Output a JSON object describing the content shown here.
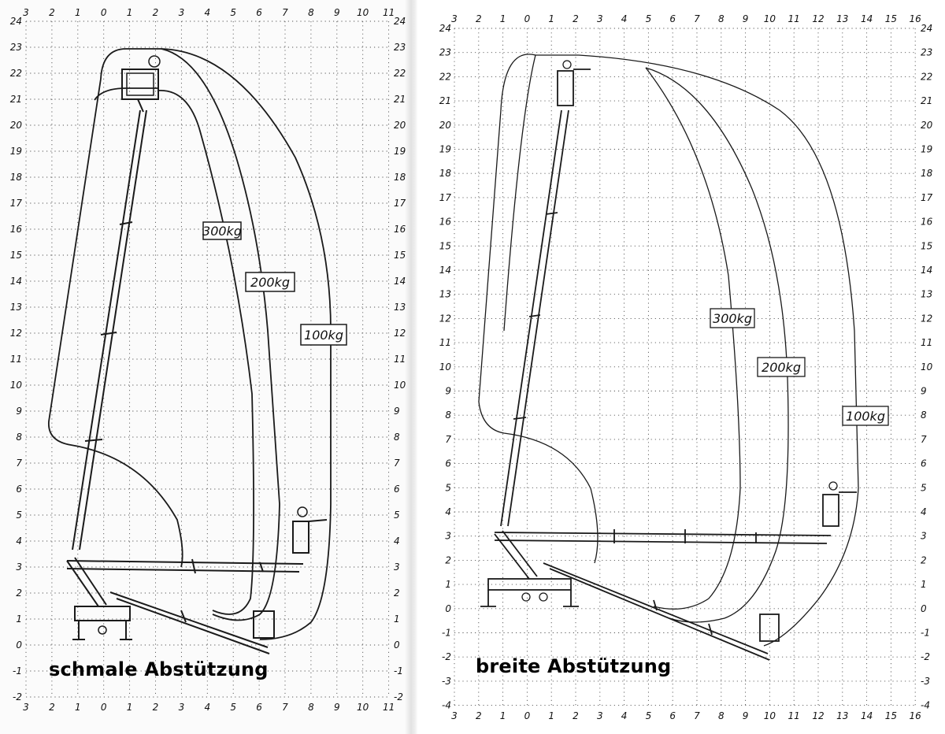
{
  "left_panel": {
    "caption": "schmale Abstützung",
    "x_ticks": [
      "3",
      "2",
      "1",
      "0",
      "1",
      "2",
      "3",
      "4",
      "5",
      "6",
      "7",
      "8",
      "9",
      "10",
      "11"
    ],
    "y_ticks": [
      "24",
      "23",
      "22",
      "21",
      "20",
      "19",
      "18",
      "17",
      "16",
      "15",
      "14",
      "13",
      "12",
      "11",
      "10",
      "9",
      "8",
      "7",
      "6",
      "5",
      "4",
      "3",
      "2",
      "1",
      "0",
      "-1",
      "-2"
    ],
    "load_labels": [
      "300kg",
      "200kg",
      "100kg"
    ]
  },
  "right_panel": {
    "caption": "breite Abstützung",
    "x_ticks": [
      "3",
      "2",
      "1",
      "0",
      "1",
      "2",
      "3",
      "4",
      "5",
      "6",
      "7",
      "8",
      "9",
      "10",
      "11",
      "12",
      "13",
      "14",
      "15",
      "16"
    ],
    "y_ticks": [
      "24",
      "23",
      "22",
      "21",
      "20",
      "19",
      "18",
      "17",
      "16",
      "15",
      "14",
      "13",
      "12",
      "11",
      "10",
      "9",
      "8",
      "7",
      "6",
      "5",
      "4",
      "3",
      "2",
      "1",
      "0",
      "-1",
      "-2",
      "-3",
      "-4"
    ],
    "load_labels": [
      "300kg",
      "200kg",
      "100kg"
    ]
  },
  "colors": {
    "line": "#1a1a1a",
    "grid": "#555555",
    "background": "#ffffff"
  }
}
